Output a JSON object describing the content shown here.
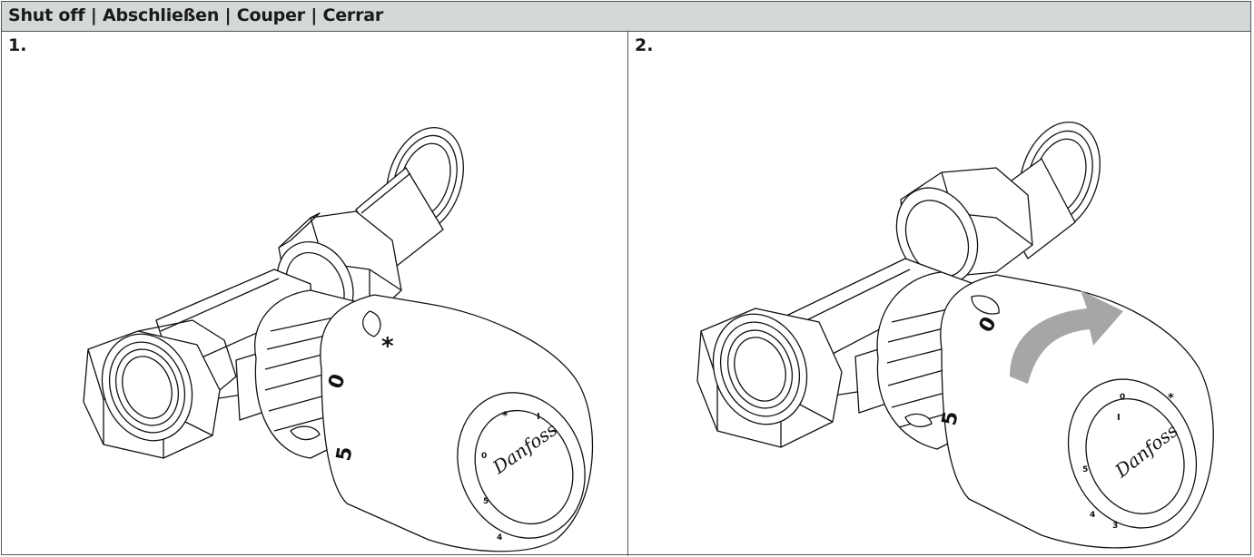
{
  "header": {
    "title": "Shut off | Abschließen | Couper | Cerrar"
  },
  "panels": [
    {
      "step": "1.",
      "dial_marks": [
        "0",
        "5",
        "*"
      ],
      "face_marks": [
        "*",
        "I",
        "0",
        "5",
        "4"
      ],
      "logo": "Danfoss",
      "icons": [
        "valve-icon",
        "thermostat-head-icon"
      ]
    },
    {
      "step": "2.",
      "dial_marks": [
        "5",
        "0"
      ],
      "face_marks": [
        "*",
        "I",
        "0",
        "5",
        "4",
        "3"
      ],
      "logo": "Danfoss",
      "icons": [
        "valve-icon",
        "thermostat-head-icon",
        "rotate-arrow-icon"
      ],
      "arrow_color": "#a6a6a6"
    }
  ],
  "colors": {
    "header_bg": "#d3d8d9",
    "border": "#555555",
    "line": "#111111"
  }
}
